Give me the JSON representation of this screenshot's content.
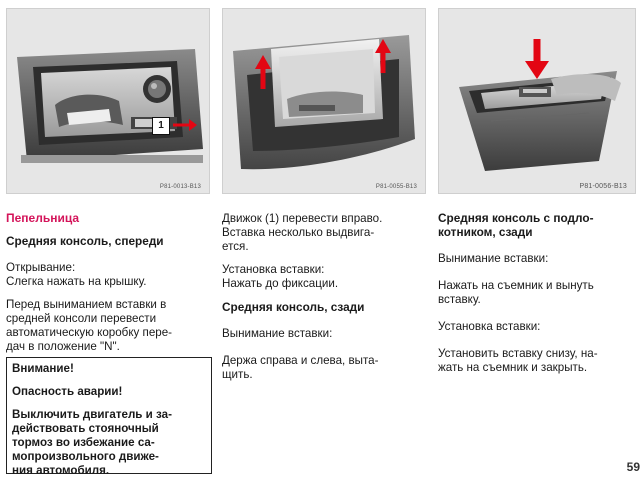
{
  "figures": [
    {
      "code": "P81-0013-B13",
      "badge": "1"
    },
    {
      "code": "P81-0055-B13"
    },
    {
      "code": "P81-0056-B13"
    }
  ],
  "col1": {
    "title": "Пепельница",
    "subtitle": "Средняя консоль, спереди",
    "opening": [
      "Открывание:",
      "Слегка нажать на крышку."
    ],
    "removal": [
      "Перед выниманием вставки в",
      "средней консоли перевести",
      "автоматическую коробку пере-",
      "дач в положение \"N\"."
    ]
  },
  "warning": {
    "title": "Внимание!",
    "danger": "Опасность аварии!",
    "lines": [
      "Выключить двигатель и за-",
      "действовать стояночный",
      "тормоз во избежание са-",
      "мопроизвольного движе-",
      "ния автомобиля."
    ]
  },
  "col2": {
    "slide": [
      "Движок (1) перевести вправо.",
      "Вставка несколько выдвига-",
      "ется."
    ],
    "install": [
      "Установка вставки:",
      "Нажать до фиксации."
    ],
    "heading": "Средняя консоль, сзади",
    "remove_label": "Вынимание вставки:",
    "hold": [
      "Держа справа и слева, выта-",
      "щить."
    ]
  },
  "col3": {
    "heading": [
      "Средняя консоль с подло-",
      "котником, сзади"
    ],
    "remove_label": "Вынимание вставки:",
    "press": [
      "Нажать на съемник и вынуть",
      "вставку."
    ],
    "install_label": "Установка вставки:",
    "install_text": [
      "Установить вставку снизу, на-",
      "жать на съемник и закрыть."
    ]
  },
  "page_number": "59",
  "colors": {
    "heading_red": "#d4145a",
    "arrow_red": "#e30613"
  }
}
